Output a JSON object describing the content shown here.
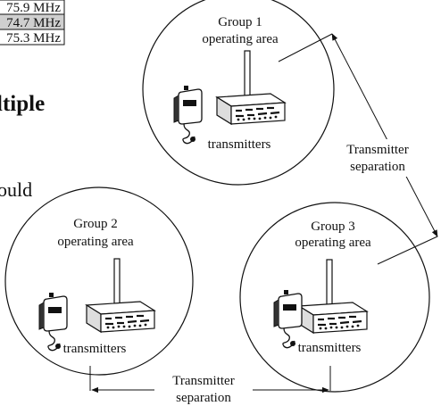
{
  "frequency_table": {
    "rows": [
      "75.9 MHz",
      "74.7 MHz",
      "75.3 MHz"
    ]
  },
  "cropped_text": {
    "heading_fragment": "ltiple",
    "body_fragment": "ould"
  },
  "groups": [
    {
      "title": "Group 1",
      "subtitle": "operating area",
      "device_label": "transmitters"
    },
    {
      "title": "Group 2",
      "subtitle": "operating area",
      "device_label": "transmitters"
    },
    {
      "title": "Group 3",
      "subtitle": "operating area",
      "device_label": "transmitters"
    }
  ],
  "separation_labels": {
    "diagonal": {
      "line1": "Transmitter",
      "line2": "separation"
    },
    "bottom": {
      "line1": "Transmitter",
      "line2": "separation"
    }
  }
}
